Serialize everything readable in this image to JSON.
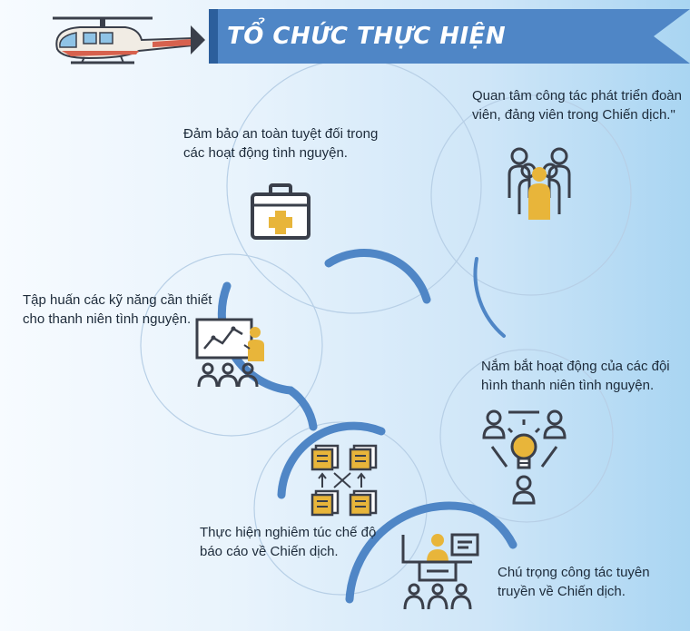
{
  "title": "TỔ CHỨC THỰC HIỆN",
  "items": [
    {
      "name": "safety",
      "icon": "first-aid-kit-icon",
      "lines": [
        "Đảm bảo an toàn tuyệt đối trong",
        "các hoạt động tình nguyện."
      ]
    },
    {
      "name": "members",
      "icon": "group-people-icon",
      "lines": [
        "Quan tâm công tác phát triển đoàn",
        "viên, đảng viên trong Chiến dịch.\""
      ]
    },
    {
      "name": "training",
      "icon": "training-presentation-icon",
      "lines": [
        "Tập huấn các kỹ năng cần thiết",
        "cho thanh niên tình nguyện."
      ]
    },
    {
      "name": "teams",
      "icon": "idea-team-icon",
      "lines": [
        "Nắm bắt hoạt động của các đội",
        "hình thanh niên tình nguyện."
      ]
    },
    {
      "name": "reporting",
      "icon": "document-flow-icon",
      "lines": [
        "Thực hiện nghiêm túc chế độ",
        "báo cáo về Chiến dịch."
      ]
    },
    {
      "name": "communication",
      "icon": "speaker-audience-icon",
      "lines": [
        "Chú trọng công tác tuyên",
        "truyền về Chiến dịch."
      ]
    }
  ],
  "colors": {
    "accent": "#4f86c6",
    "icon_dark": "#3a3f4a",
    "icon_gold": "#e8b53a",
    "text": "#1d2b3a"
  }
}
